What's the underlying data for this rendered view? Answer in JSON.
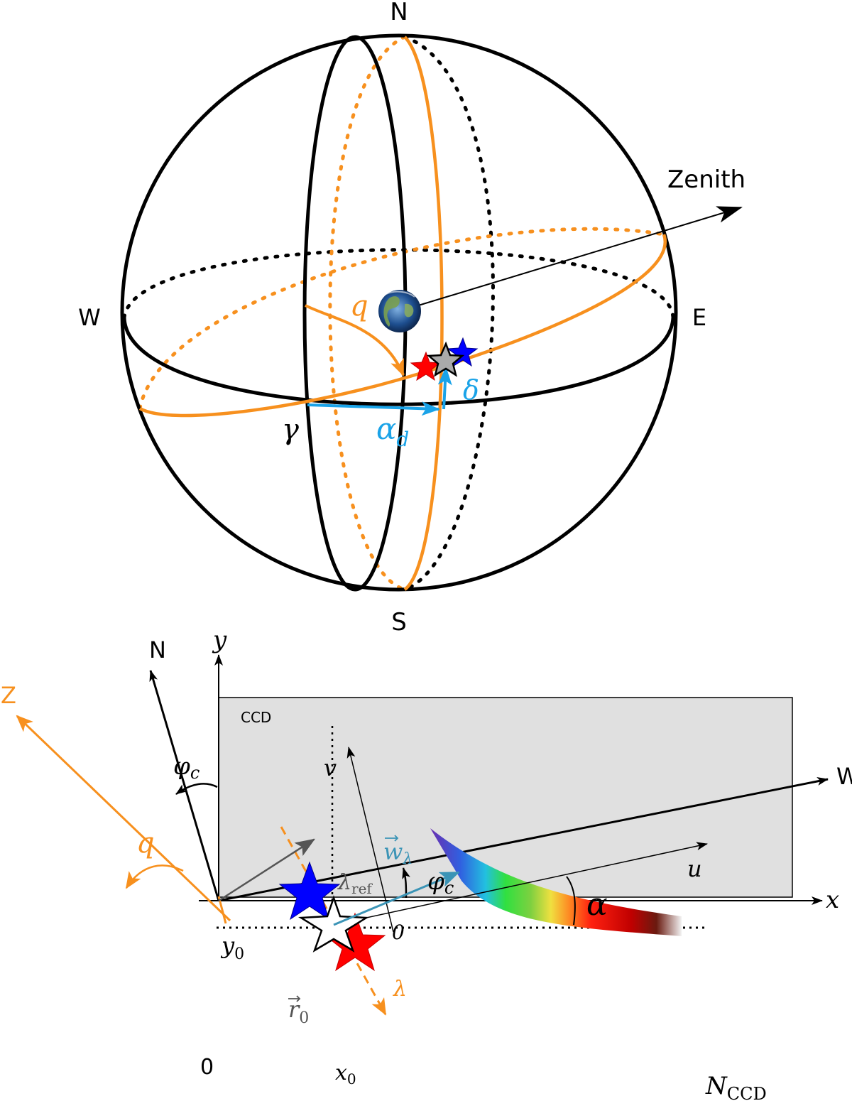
{
  "sphere": {
    "north": "N",
    "south": "S",
    "west": "W",
    "east": "E",
    "zenith": "Zenith",
    "q": "q",
    "gamma": "γ",
    "alpha_d": "α",
    "alpha_d_sub": "d",
    "delta": "δ"
  },
  "ccd": {
    "label": "CCD",
    "north": "N",
    "zenith": "Z",
    "west": "W",
    "y_axis": "y",
    "x_axis": "x",
    "v_axis": "v",
    "u_axis": "u",
    "phi": "φ",
    "phi_sub": "c",
    "q": "q",
    "w": "w",
    "w_sub": "λ",
    "lambda_ref": "λ",
    "lambda_ref_sub": "ref",
    "lambda": "λ",
    "alpha": "α",
    "origin_uv": "0",
    "origin": "0",
    "y0": "y",
    "y0_sub": "0",
    "x0": "x",
    "x0_sub": "0",
    "r0": "r",
    "r0_sub": "0",
    "nccd": "N",
    "nccd_sub": "CCD"
  },
  "colors": {
    "orange": "#f7901e",
    "blue_arrow": "#1aa3e8",
    "w_arrow": "#3b94b6",
    "red_star": "#ff0000",
    "blue_star": "#0000ff",
    "ccd_bg": "#e0e0e0"
  }
}
